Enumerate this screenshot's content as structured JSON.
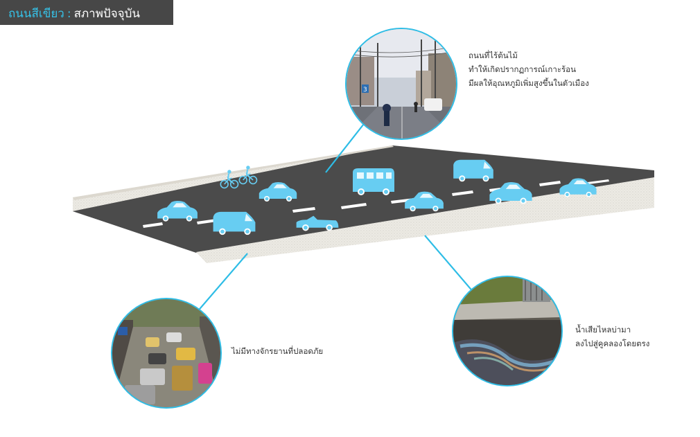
{
  "header": {
    "title_main": "ถนนสีเขียว",
    "title_separator": ":",
    "title_sub": "สภาพปัจจุบัน"
  },
  "colors": {
    "accent": "#2ebde6",
    "road": "#4b4b4b",
    "curb": "#eceae4",
    "vehicle": "#67cdf2",
    "title_bg": "#474747"
  },
  "callouts": {
    "trees": {
      "lines": [
        "ถนนที่ไร้ต้นไม้",
        "ทำให้เกิดปรากฏการณ์เกาะร้อน",
        "มีผลให้อุณหภูมิเพิ่มสูงขึ้นในตัวเมือง"
      ]
    },
    "bicycle": {
      "lines": [
        "ไม่มีทางจักรยานที่ปลอดภัย"
      ]
    },
    "wastewater": {
      "lines": [
        "น้ำเสียไหลบ่ามา",
        "ลงไปสู่คูคลองโดยตรง"
      ]
    }
  },
  "photo_badge": "3"
}
